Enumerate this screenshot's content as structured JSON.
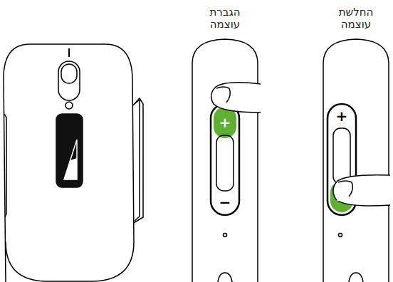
{
  "diagram": {
    "labels": [
      "הגברת עוצמה",
      "החלשת עוצמה",
      "+",
      "−",
      "+",
      "−"
    ]
  }
}
